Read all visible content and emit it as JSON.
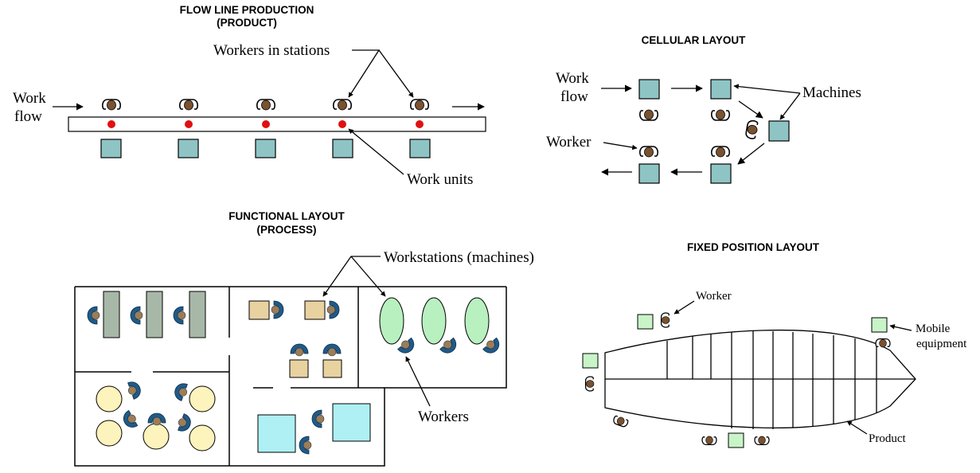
{
  "sections": {
    "flow_line": {
      "title_line1": "FLOW LINE PRODUCTION",
      "title_line2": "(PRODUCT)",
      "work_flow_line1": "Work",
      "work_flow_line2": "flow",
      "workers_label": "Workers in stations",
      "units_label": "Work units"
    },
    "cellular": {
      "title": "CELLULAR LAYOUT",
      "work_flow_line1": "Work",
      "work_flow_line2": "flow",
      "machines_label": "Machines",
      "worker_label": "Worker"
    },
    "functional": {
      "title_line1": "FUNCTIONAL LAYOUT",
      "title_line2": "(PROCESS)",
      "workstations_label": "Workstations (machines)",
      "workers_label": "Workers"
    },
    "fixed": {
      "title": "FIXED POSITION LAYOUT",
      "worker_label": "Worker",
      "equipment_line1": "Mobile",
      "equipment_line2": "equipment",
      "product_label": "Product"
    }
  },
  "colors": {
    "worker_head": "#7a5230",
    "worker_body": "#2a2a2a",
    "machine_teal": "#8fc4c4",
    "work_unit_red": "#e01010",
    "functional_worker": "#1f5b8a",
    "functional_head": "#9a7d5a",
    "lathe_gray": "#a8b8a8",
    "tan_machine": "#e8d2a0",
    "green_oval": "#b8f0c0",
    "yellow_circle": "#fdf3bc",
    "cyan_square": "#aef0f4",
    "fixed_green": "#c8f4c8"
  },
  "icons": [
    "worker-icon",
    "machine-icon",
    "work-unit-icon",
    "arrow-icon"
  ]
}
